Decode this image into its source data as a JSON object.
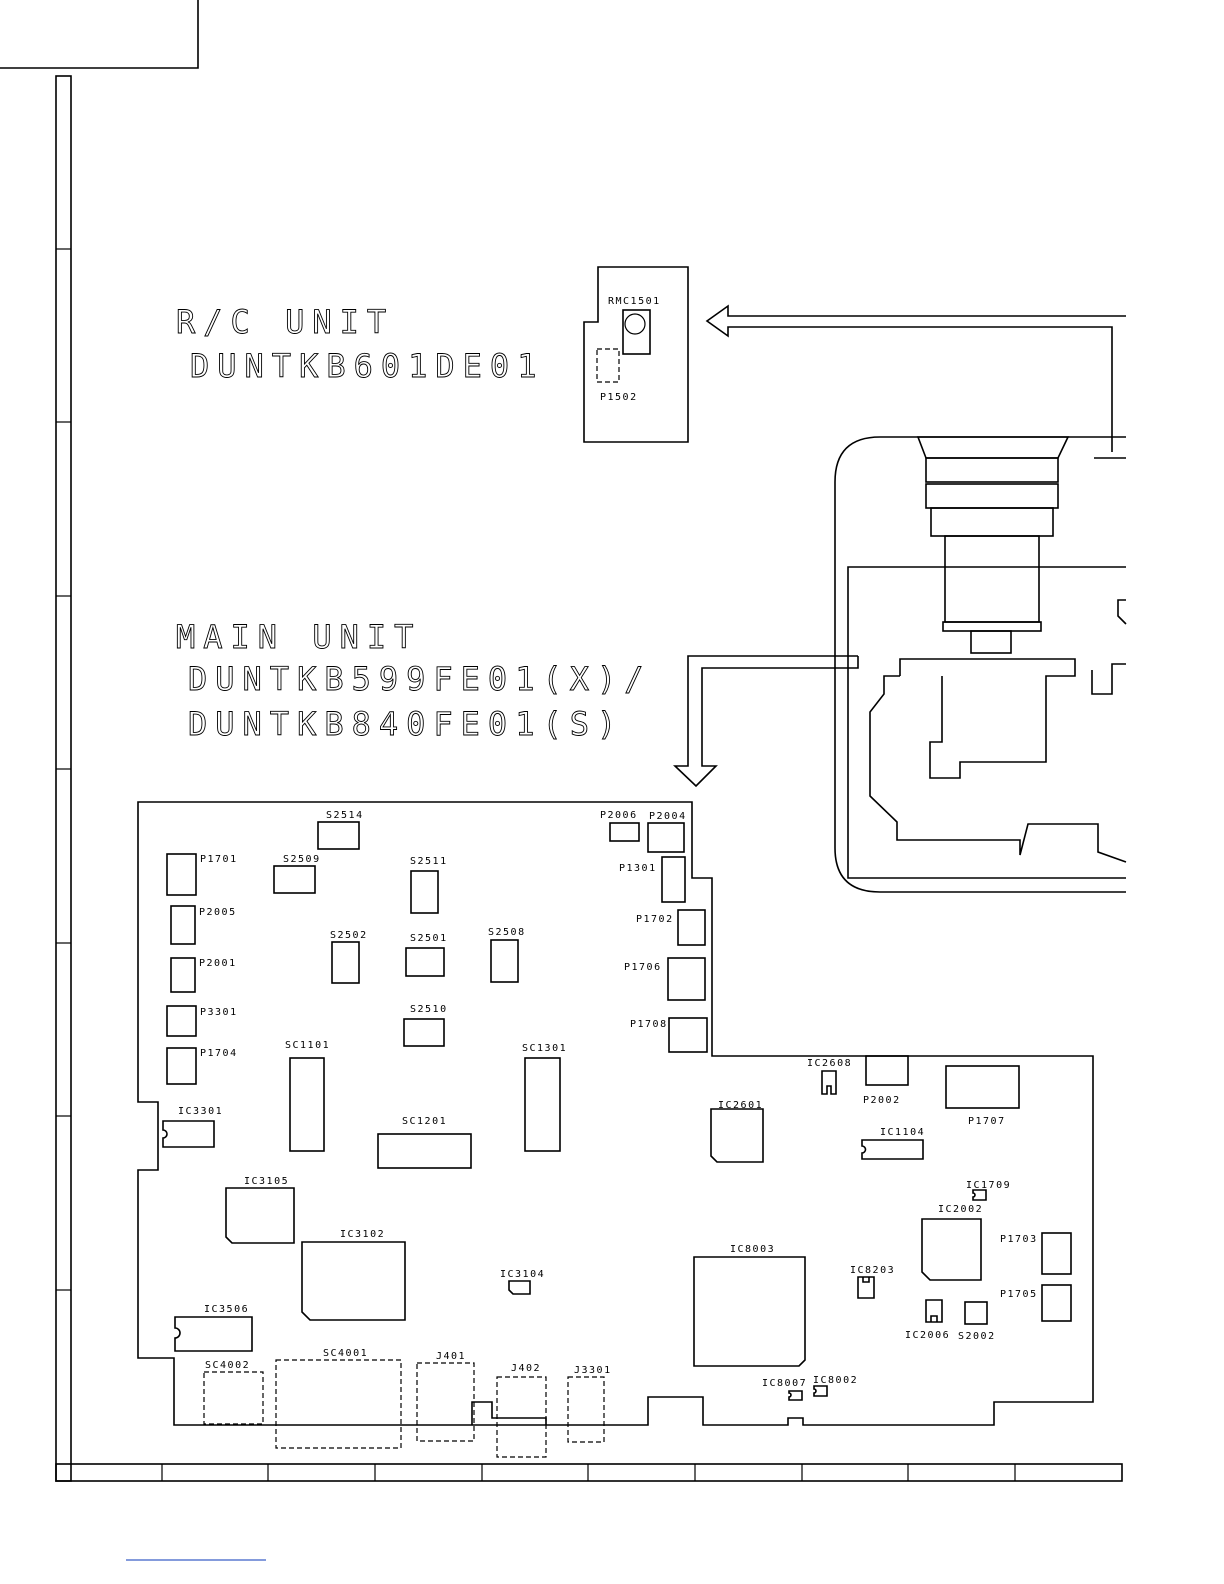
{
  "rc_unit": {
    "title": "R/C UNIT",
    "part": "DUNTKB601DE01",
    "labels": [
      "RMC1501",
      "P1502"
    ]
  },
  "main_unit": {
    "title": "MAIN UNIT",
    "part_x": "DUNTKB599FE01(X)/",
    "part_s": "DUNTKB840FE01(S)"
  },
  "components": [
    "S2514",
    "S2509",
    "S2511",
    "S2502",
    "S2501",
    "S2508",
    "S2510",
    "P2006",
    "P2004",
    "P1301",
    "P1702",
    "P1706",
    "P1708",
    "P1701",
    "P2005",
    "P2001",
    "P3301",
    "P1704",
    "SC1101",
    "SC1201",
    "SC1301",
    "IC3301",
    "IC3105",
    "IC3102",
    "IC3104",
    "IC3506",
    "SC4002",
    "SC4001",
    "J401",
    "J402",
    "J3301",
    "IC2608",
    "P2002",
    "P1707",
    "IC2601",
    "IC1104",
    "IC1709",
    "IC2002",
    "P1703",
    "P1705",
    "IC8203",
    "IC2006",
    "S2002",
    "IC8003",
    "IC8007",
    "IC8002"
  ]
}
